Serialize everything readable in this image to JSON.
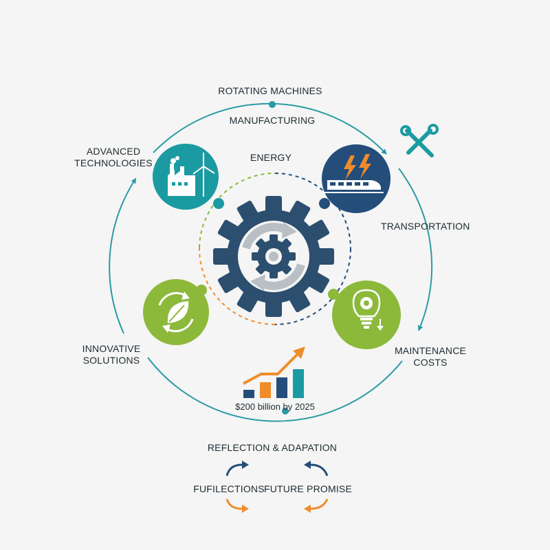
{
  "labels": {
    "rotating_machines": "ROTATING MACHINES",
    "manufacturing": "MANUFACTURING",
    "energy": "ENERGY",
    "advanced_technologies": [
      "ADVANCED",
      "TECHNOLOGIES"
    ],
    "transportation": "TRANSPORTATION",
    "innovative_solutions": [
      "INNOVATIVE",
      "SOLUTIONS"
    ],
    "maintenance_costs": [
      "MAINTENANCE",
      "COSTS"
    ],
    "market_stat": "$200 billion by 2025",
    "reflection_adaptation": "REFLECTION & ADAPATION",
    "fufilections": "FUFILECTIONS",
    "future_promise": "FUTURE PROMISE"
  },
  "colors": {
    "teal": "#1b9aa1",
    "navy": "#244d7a",
    "dark_blue": "#2d4f6f",
    "green": "#8cb93a",
    "orange": "#f08c2a",
    "gray": "#b9bfc4",
    "ring": "#2a9aa5"
  },
  "icons": [
    "factory-icon",
    "wind-turbine-icon",
    "lightning-icon",
    "train-icon",
    "leaf-icon",
    "recycle-arrows-icon",
    "lightbulb-gear-icon",
    "tools-icon",
    "gear-icon",
    "bar-chart-icon",
    "trend-arrow-icon"
  ]
}
